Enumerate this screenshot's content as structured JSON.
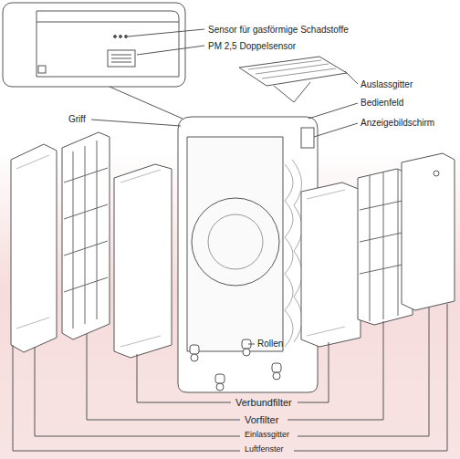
{
  "diagram": {
    "labels": [
      "Sensor für gasförmige Schadstoffe",
      "PM 2,5 Doppelsensor",
      "Auslassgitter",
      "Bedienfeld",
      "Anzeigebildschirm",
      "Griff",
      "Rollen",
      "Verbundfilter",
      "Vorfilter",
      "Einlassgitter",
      "Luftfenster"
    ]
  }
}
